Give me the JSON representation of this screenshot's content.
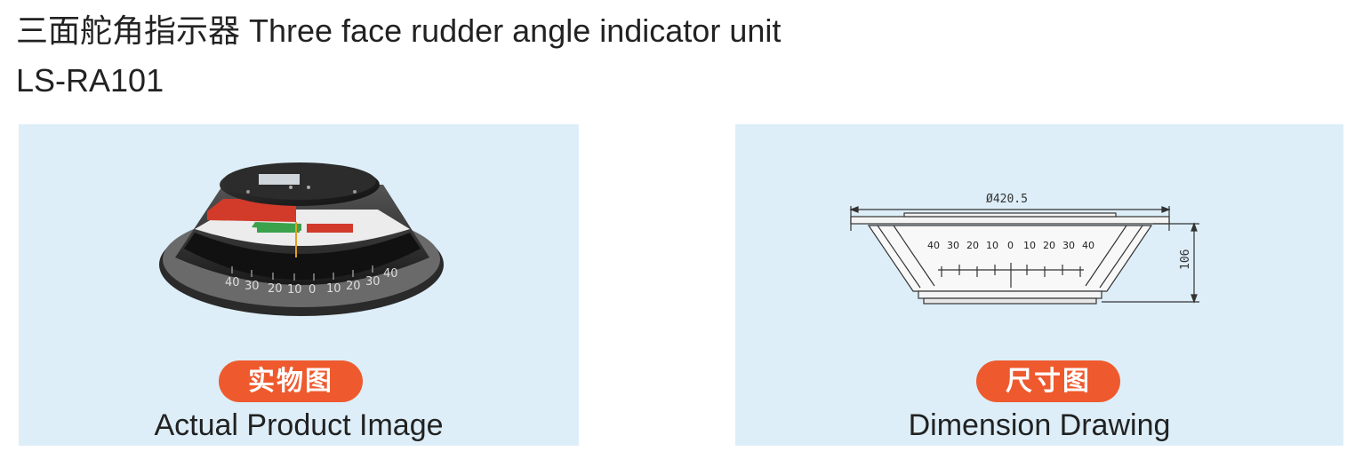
{
  "header": {
    "title": "三面舵角指示器 Three face rudder angle indicator unit",
    "model": "LS-RA101"
  },
  "panels": [
    {
      "badge": "实物图",
      "caption": "Actual Product Image",
      "scale_labels": [
        "40",
        "30",
        "20",
        "10",
        "0",
        "10",
        "20",
        "30",
        "40"
      ]
    },
    {
      "badge": "尺寸图",
      "caption": "Dimension Drawing",
      "diameter_label": "Ø420.5",
      "height_label": "106",
      "scale_labels": [
        "40",
        "30",
        "20",
        "10",
        "0",
        "10",
        "20",
        "30",
        "40"
      ]
    }
  ],
  "colors": {
    "panel_bg": "#ddeef8",
    "badge_bg": "#ee5a2e",
    "port_red": "#d23a2a",
    "starboard_green": "#3aa24a"
  }
}
